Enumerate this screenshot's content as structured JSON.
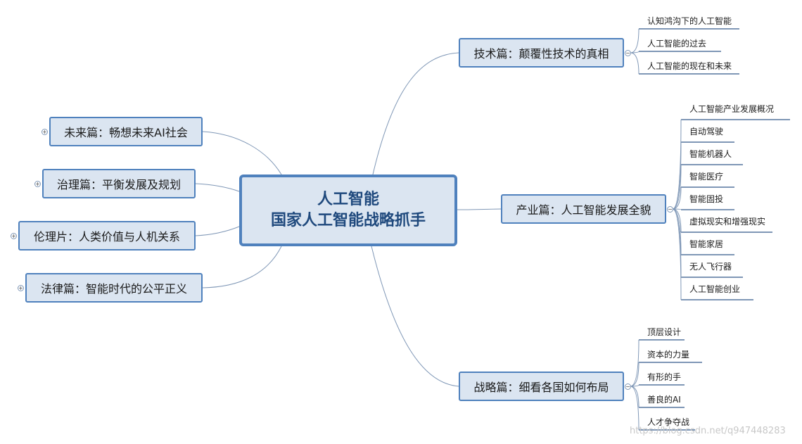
{
  "central": {
    "line1": "人工智能",
    "line2": "国家人工智能战略抓手"
  },
  "left_topics": [
    {
      "label": "未来篇：畅想未来AI社会"
    },
    {
      "label": "治理篇：平衡发展及规划"
    },
    {
      "label": "伦理片：人类价值与人机关系"
    },
    {
      "label": "法律篇：智能时代的公平正义"
    }
  ],
  "right_topics": [
    {
      "label": "技术篇：颠覆性技术的真相",
      "children": [
        "认知鸿沟下的人工智能",
        "人工智能的过去",
        "人工智能的现在和未来"
      ]
    },
    {
      "label": "产业篇：人工智能发展全貌",
      "children": [
        "人工智能产业发展概况",
        "自动驾驶",
        "智能机器人",
        "智能医疗",
        "智能固投",
        "虚拟现实和增强现实",
        "智能家居",
        "无人飞行器",
        "人工智能创业"
      ]
    },
    {
      "label": "战略篇：细看各国如何布局",
      "children": [
        "顶层设计",
        "资本的力量",
        "有形的手",
        "善良的AI",
        "人才争夺战"
      ]
    }
  ],
  "watermark": "https://blog.csdn.net/q947448283",
  "colors": {
    "accent": "#4f81bd",
    "fill": "#dbe5f1",
    "link": "#7f97b6"
  }
}
